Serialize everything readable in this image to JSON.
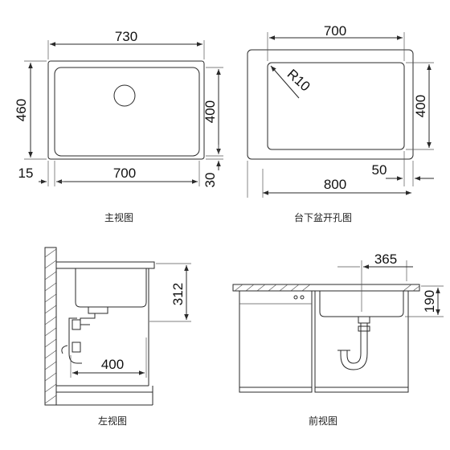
{
  "views": {
    "main": {
      "caption": "主视图",
      "dims": {
        "width_outer": "730",
        "width_inner": "700",
        "height_outer": "460",
        "height_inner": "400",
        "left_rim": "15",
        "bottom_rim": "30"
      }
    },
    "cutout": {
      "caption": "台下盆开孔图",
      "dims": {
        "width_top": "700",
        "radius": "R10",
        "height": "400",
        "offset": "50",
        "width_bottom": "800"
      }
    },
    "side": {
      "caption": "左视图",
      "dims": {
        "depth": "312",
        "width": "400"
      }
    },
    "front": {
      "caption": "前视图",
      "dims": {
        "offset": "365",
        "depth": "190"
      }
    }
  }
}
